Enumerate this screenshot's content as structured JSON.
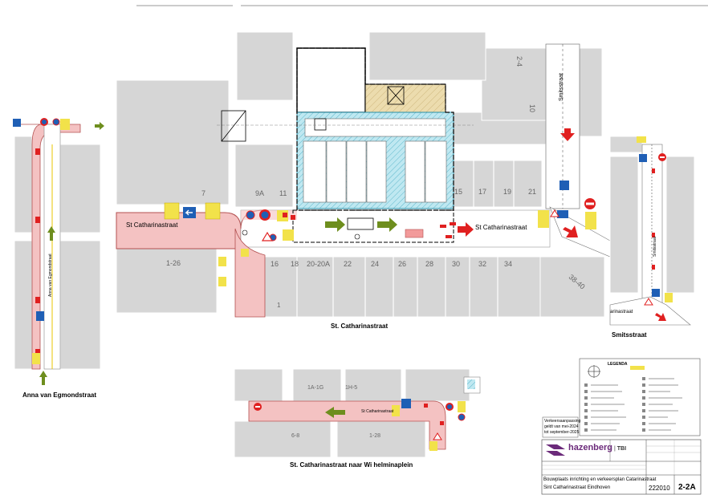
{
  "views": {
    "main_title": "St. Catharinastraat",
    "left_title": "Anna van Egmondstraat",
    "right_title": "Smitsstraat",
    "bottom_title": "St. Catharinastraat naar Wi helminaplein"
  },
  "streets": {
    "main_street_left": "St Catharinastraat",
    "main_street_right": "St Catharinastraat",
    "left_vertical": "Anna van Egmondstraat",
    "right_vertical": "Smitsstraat",
    "right_view_vertical": "Smitsstraat",
    "right_view_corner": "arinastraat",
    "bottom_street": "St Catharinastraat"
  },
  "house_numbers_main": {
    "n9A": "9A",
    "n11": "11",
    "n15": "15",
    "n17": "17",
    "n19": "19",
    "n21": "21",
    "n16": "16",
    "n18": "18",
    "n20": "20-20A",
    "n22": "22",
    "n24": "24",
    "n26": "26",
    "n28": "28",
    "n30": "30",
    "n32": "32",
    "n34": "34",
    "n3840": "38-40",
    "n1_26": "1-26",
    "n7": "7",
    "n1": "1",
    "n24top": "2-4",
    "n10": "10"
  },
  "house_numbers_bottom": {
    "b1a": "1A-1G",
    "b1": "1H-5",
    "b68": "6-8",
    "b128": "1-28"
  },
  "legend": {
    "title": "LEGENDA",
    "validity": [
      "Verkeersaanpassing",
      "geldt van mei-2024",
      "tot september-2025"
    ]
  },
  "titleblock": {
    "company": "hazenberg",
    "company_suffix": "TBI",
    "project_title": "Bouwplaats inrichting en verkeersplan Catarinastraat",
    "location": "Sint Catharinastraat Eindhoven",
    "project_number": "222010",
    "drawing_number": "2-2A"
  },
  "colors": {
    "road_pink": "#f4c2c2",
    "road_line": "#b35050",
    "building_grey": "#d6d6d6",
    "hatch_blue": "#a6dde9",
    "sign_blue": "#1f5fb5",
    "arrow_green": "#6e8e1e",
    "arrow_red": "#e02020",
    "note_yellow": "#f2e24a",
    "brand_purple": "#6b2a7a",
    "site_tan": "#e8d6a5"
  }
}
